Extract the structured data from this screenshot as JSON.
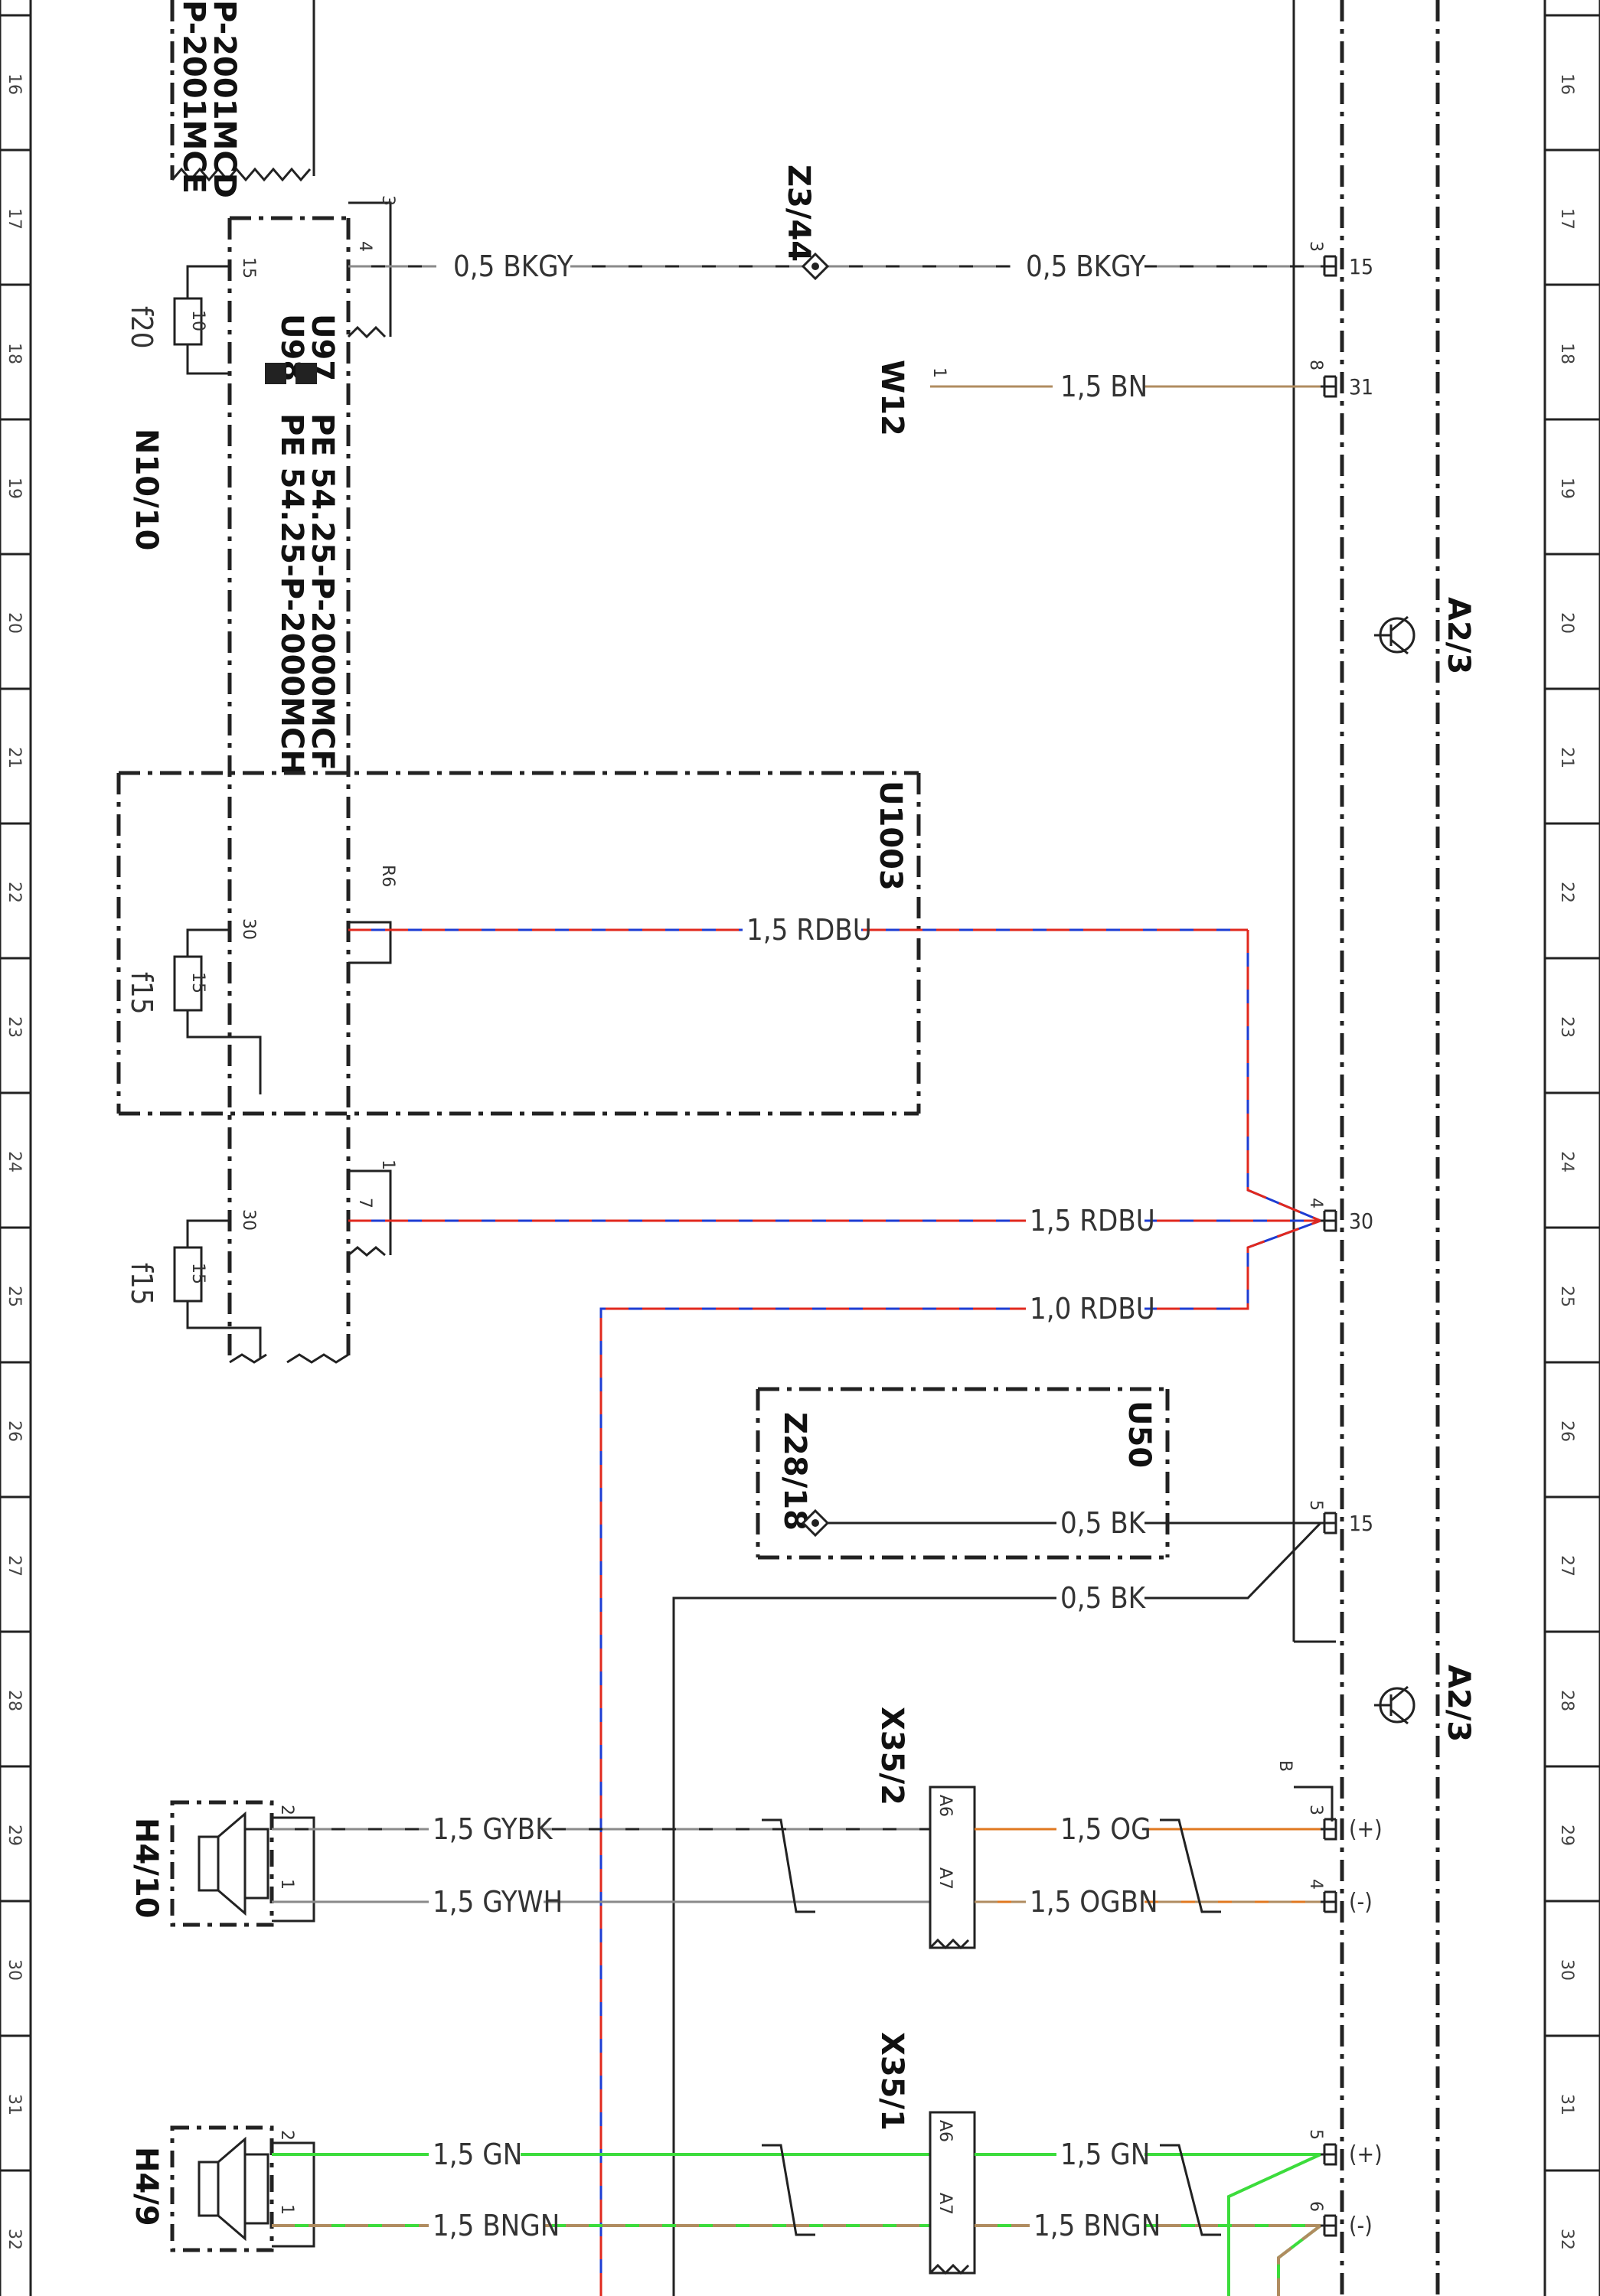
{
  "grid_numbers": [
    "16",
    "17",
    "18",
    "19",
    "20",
    "21",
    "22",
    "23",
    "24",
    "25",
    "26",
    "27",
    "28",
    "29",
    "30",
    "31",
    "32"
  ],
  "components": {
    "top_ref_1": "P-2001MCD",
    "top_ref_2": "P-2001MCE",
    "u97": "U97",
    "u98": "U98",
    "pe1": "PE 54.25-P-2000MCF",
    "pe2": "PE 54.25-P-2000MCH",
    "n10": "N10/10",
    "f20": "f20",
    "f15a": "f15",
    "f15b": "f15",
    "u1003": "U1003",
    "u50": "U50",
    "a23_top": "A2/3",
    "a23_bottom": "A2/3",
    "z344": "Z3/44",
    "z2818": "Z28/18",
    "w12": "W12",
    "x352": "X35/2",
    "x351": "X35/1",
    "h410": "H4/10",
    "h49": "H4/9",
    "r6": "R6"
  },
  "wires": {
    "w1a": "0,5 BKGY",
    "w1b": "0,5 BKGY",
    "w2": "1,5 BN",
    "w3": "1,5 RDBU",
    "w4": "1,5 RDBU",
    "w5": "1,0 RDBU",
    "w6": "0,5 BK",
    "w7": "0,5 BK",
    "w8a": "1,5 GYBK",
    "w8b": "1,5 OG",
    "w9a": "1,5 GYWH",
    "w9b": "1,5 OGBN",
    "w10a": "1,5 GN",
    "w10b": "1,5 GN",
    "w11a": "1,5 BNGN",
    "w11b": "1,5 BNGN"
  },
  "terminals": {
    "t15a": "15",
    "t31": "31",
    "t30": "30",
    "t15b": "15",
    "tp1": "(+)",
    "tm1": "(-)",
    "tp2": "(+)",
    "tm2": "(-)",
    "connB": "B"
  },
  "pins": {
    "p3a": "3",
    "p4": "4",
    "p3top": "3",
    "p15": "15",
    "p10": "10",
    "p8": "8",
    "p1w": "1",
    "p30a": "30",
    "p15a": "15",
    "p30b": "30",
    "p15b": "15",
    "p7": "7",
    "p1b": "1",
    "p4r": "4",
    "p5r": "5",
    "p3r": "3",
    "p4rr": "4",
    "p5rr": "5",
    "p6rr": "6",
    "pa6a": "A6",
    "pa7a": "A7",
    "pa6b": "A6",
    "pa7b": "A7",
    "h2a": "2",
    "h1a": "1",
    "h2b": "2",
    "h1b": "1"
  },
  "colors": {
    "black": "#222222",
    "brown": "#b08c60",
    "red": "#e0281e",
    "blue": "#1e3cd2",
    "orange": "#e07820",
    "green": "#3cdc3c",
    "gray": "#8a8a8a"
  }
}
